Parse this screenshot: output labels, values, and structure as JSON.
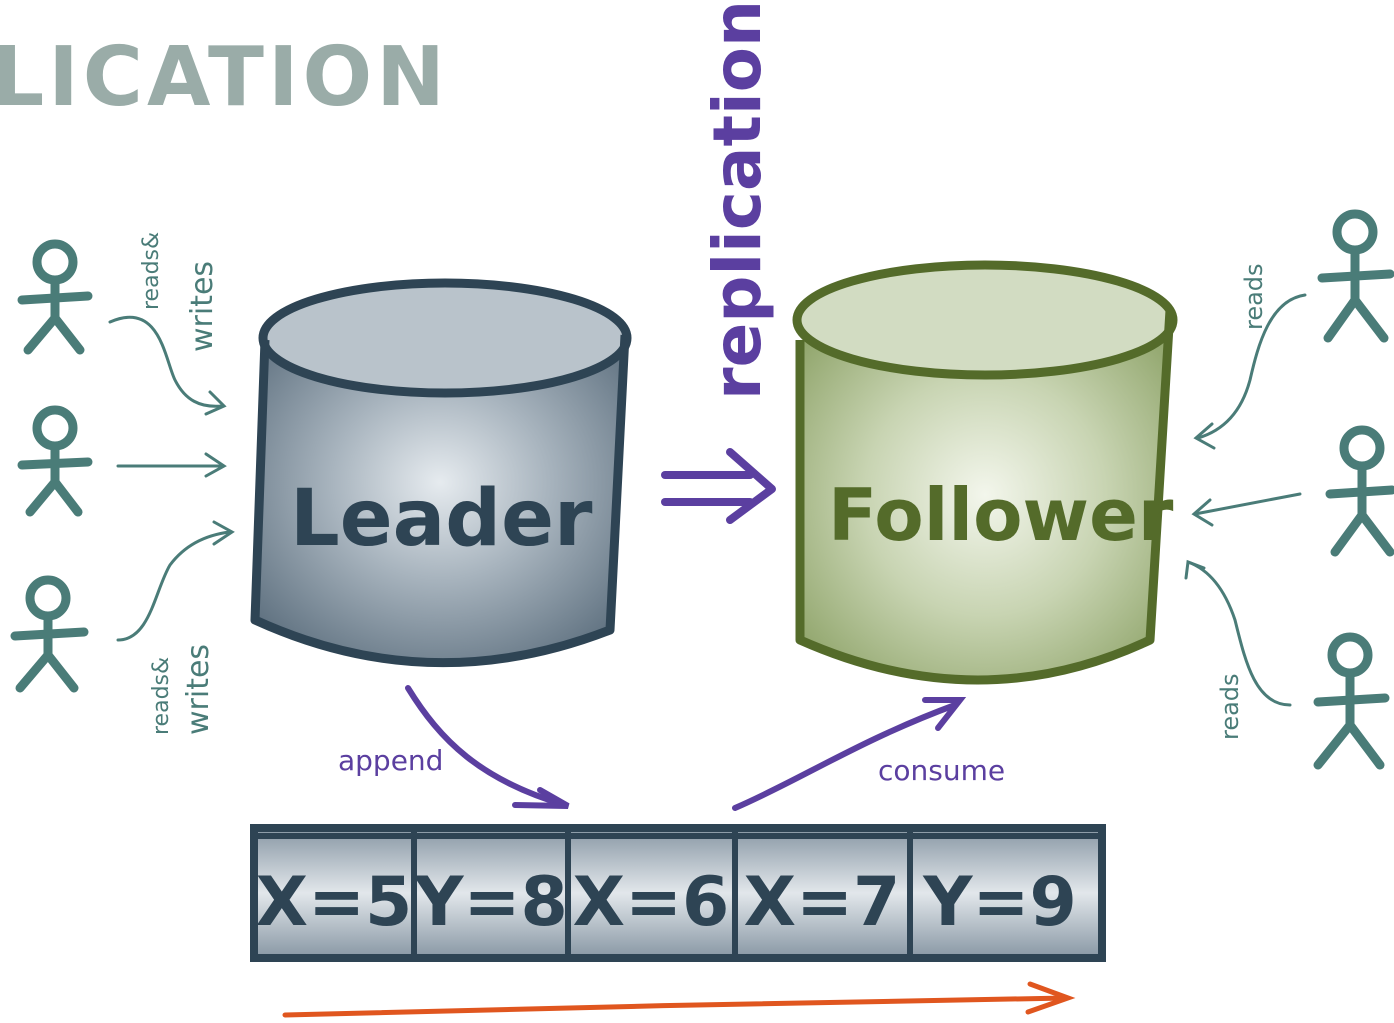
{
  "title": "LICATION",
  "replication_label": "replication",
  "leader": {
    "label": "Leader",
    "color": "#2e4454",
    "fill": "#6c7e8c"
  },
  "follower": {
    "label": "Follower",
    "color": "#546b2a",
    "fill": "#9bb27a"
  },
  "client_color": "#4a7c78",
  "leader_client_labels": [
    {
      "line1": "reads&",
      "line2": "writes"
    },
    {
      "line1": "reads&",
      "line2": "writes"
    }
  ],
  "follower_client_labels": [
    "reads",
    "reads"
  ],
  "append_label": "append",
  "consume_label": "consume",
  "log_entries": [
    "X=5",
    "Y=8",
    "X=6",
    "X=7",
    "Y=9"
  ],
  "colors": {
    "purple": "#5b3fa0",
    "title_gray": "#9aaca8",
    "log_arrow": "#e0561f"
  }
}
